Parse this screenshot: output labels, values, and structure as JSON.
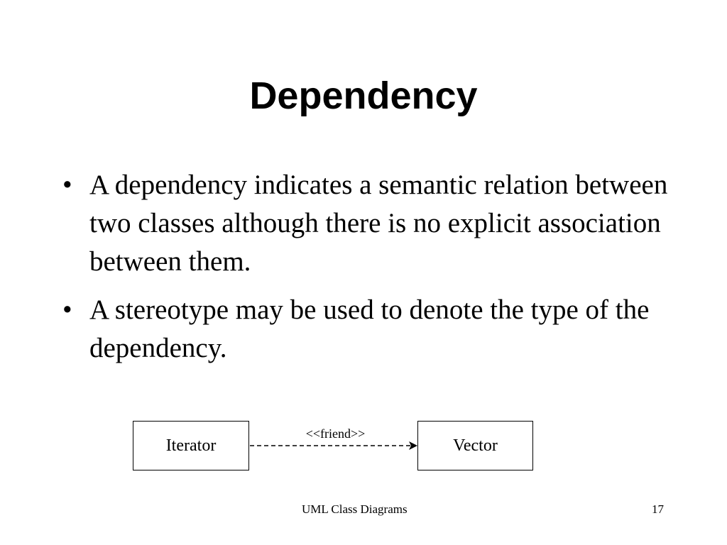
{
  "slide": {
    "title": "Dependency",
    "bullets": [
      "A dependency indicates a semantic relation between two classes although there is no explicit association between them.",
      "A stereotype may be used to denote the type of the dependency."
    ],
    "bullet_glyph": "•"
  },
  "diagram": {
    "source_class": "Iterator",
    "target_class": "Vector",
    "stereotype": "<<friend>>"
  },
  "footer": {
    "text": "UML Class Diagrams",
    "page_number": "17"
  }
}
